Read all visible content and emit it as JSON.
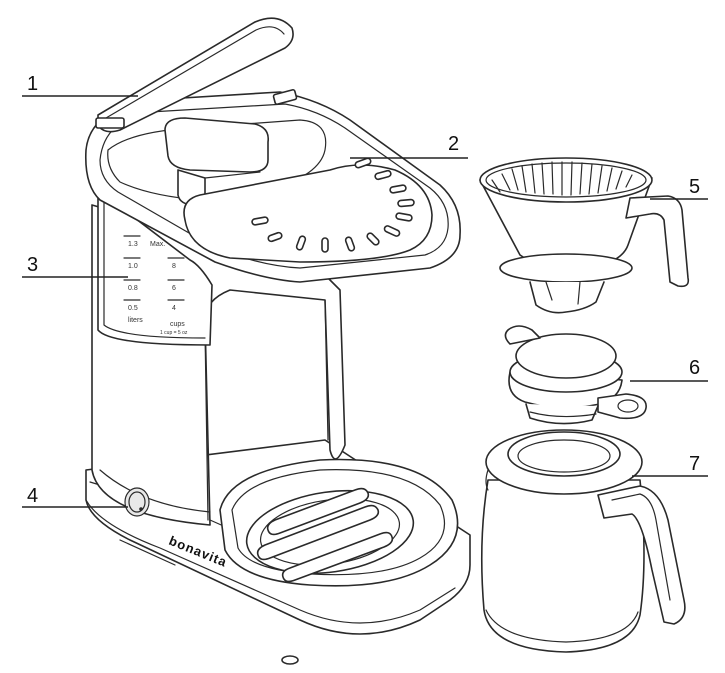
{
  "callouts": [
    {
      "number": "1"
    },
    {
      "number": "2"
    },
    {
      "number": "3"
    },
    {
      "number": "4"
    },
    {
      "number": "5"
    },
    {
      "number": "6"
    },
    {
      "number": "7"
    }
  ],
  "brand": "bonavita",
  "reservoir_scale": {
    "left_marks": [
      "1.3",
      "1.0",
      "0.8",
      "0.5",
      "liters"
    ],
    "right_marks": [
      "Max.",
      "8",
      "6",
      "4",
      "cups"
    ],
    "footnote": "1 cup = 5 oz"
  }
}
